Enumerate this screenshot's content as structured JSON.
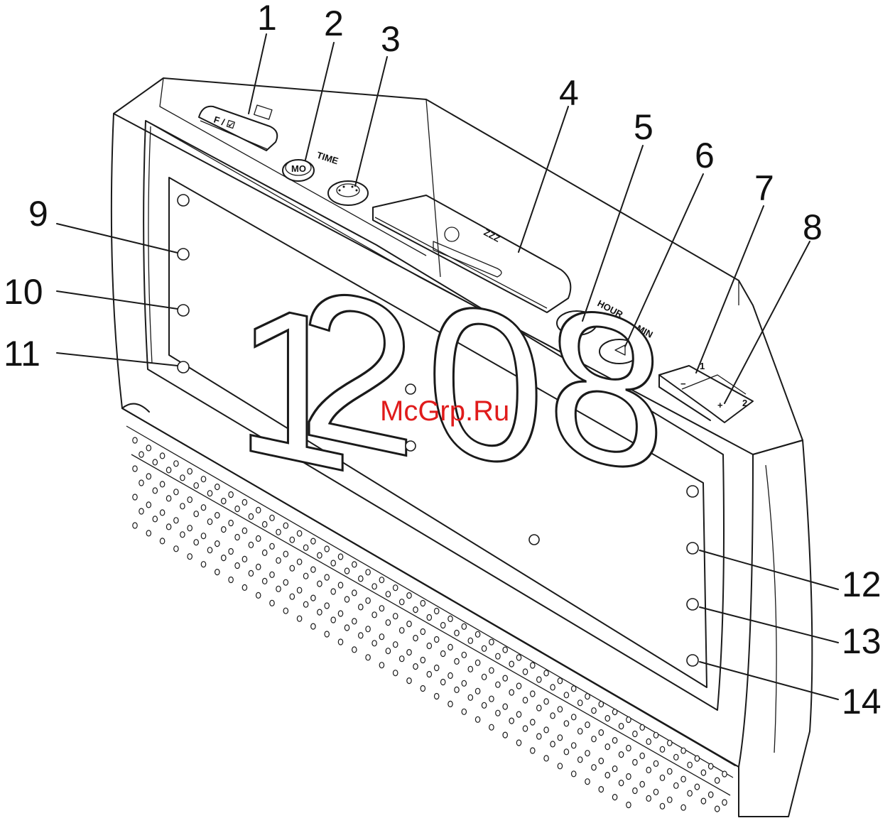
{
  "diagram": {
    "display_digits": [
      "1",
      "2",
      "0",
      "8"
    ],
    "watermark": "McGrp.Ru",
    "button_labels": {
      "fm_switch": "F / ☑",
      "time": "TIME",
      "time_sub": "MO",
      "snooze": "ZZZ",
      "hour": "HOUR",
      "min": "MIN",
      "alarm_minus": "1",
      "alarm_plus": "2"
    },
    "callouts": [
      "1",
      "2",
      "3",
      "4",
      "5",
      "6",
      "7",
      "8",
      "9",
      "10",
      "11",
      "12",
      "13",
      "14"
    ],
    "colors": {
      "line": "#1a1a1a",
      "watermark": "#e01b1b",
      "background": "#ffffff"
    }
  }
}
